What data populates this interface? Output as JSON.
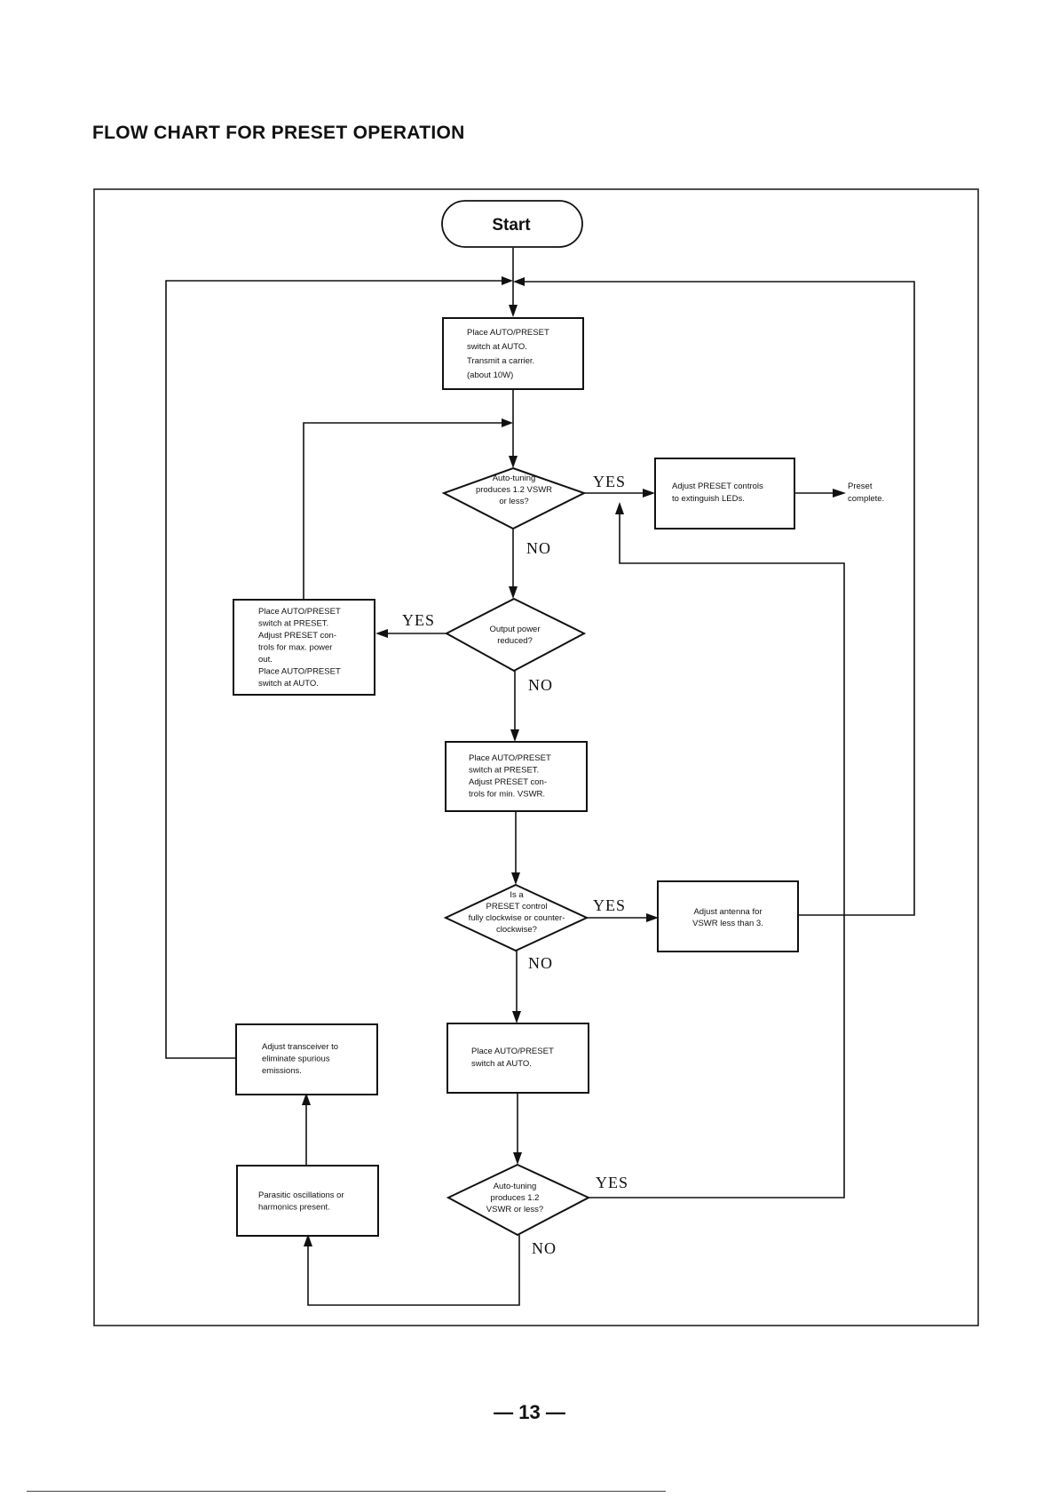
{
  "page": {
    "title": "FLOW CHART FOR PRESET OPERATION",
    "page_number": "— 13 —"
  },
  "flowchart": {
    "start": "Start",
    "labels": {
      "yes": "YES",
      "no": "NO"
    },
    "nodes": {
      "place_auto_1": [
        "Place AUTO/PRESET",
        "switch at AUTO.",
        "Transmit a carrier.",
        "(about 10W)"
      ],
      "decision_vswr_1": [
        "Auto-tuning",
        "produces 1.2 VSWR",
        "or less?"
      ],
      "adjust_preset_leds": [
        "Adjust PRESET controls",
        "to extinguish LEDs."
      ],
      "preset_complete": [
        "Preset",
        "complete."
      ],
      "decision_output_power": [
        "Output power",
        "reduced?"
      ],
      "place_preset_max_power": [
        "Place AUTO/PRESET",
        "switch at PRESET.",
        "Adjust PRESET con-",
        "trols for max. power",
        "out.",
        "Place AUTO/PRESET",
        "switch at AUTO."
      ],
      "place_preset_min_vswr": [
        "Place AUTO/PRESET",
        "switch at PRESET.",
        "Adjust PRESET con-",
        "trols for min. VSWR."
      ],
      "decision_preset_control": [
        "Is a",
        "PRESET control",
        "fully clockwise or counter-",
        "clockwise?"
      ],
      "adjust_antenna": [
        "Adjust antenna for",
        "VSWR less than 3."
      ],
      "place_auto_2": [
        "Place AUTO/PRESET",
        "switch at AUTO."
      ],
      "decision_vswr_2": [
        "Auto-tuning",
        "produces 1.2",
        "VSWR or less?"
      ],
      "adjust_transceiver": [
        "Adjust transceiver to",
        "eliminate spurious",
        "emissions."
      ],
      "parasitic": [
        "Parasitic oscillations or",
        "harmonics present."
      ]
    }
  }
}
